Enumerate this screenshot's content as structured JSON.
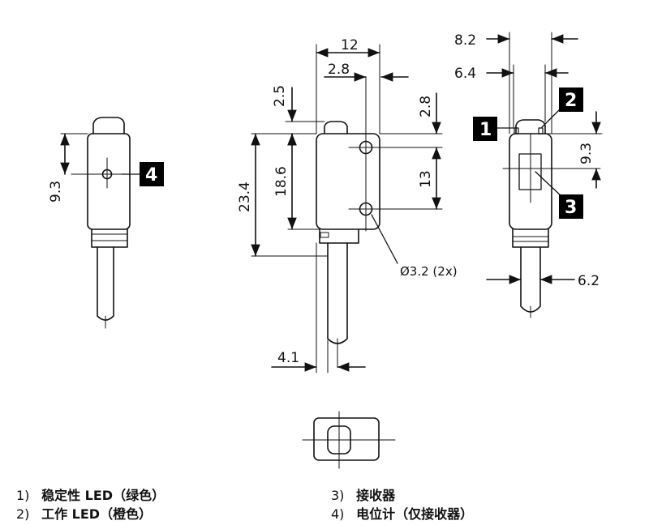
{
  "dimensions": {
    "width_top": "12",
    "offset_top": "2.8",
    "top_step": "2.5",
    "height_total": "23.4",
    "height_body": "18.6",
    "hole_top_offset": "2.8",
    "hole_spacing": "13",
    "hole_diameter": "Ø3.2 (2x)",
    "cable_offset": "4.1",
    "side_led_height": "9.3",
    "right_width_outer": "8.2",
    "right_width_inner": "6.4",
    "right_height": "9.3",
    "right_cable_width": "6.2"
  },
  "callouts": {
    "c1": "1",
    "c2": "2",
    "c3": "3",
    "c4": "4"
  },
  "legend": [
    {
      "num": "1)",
      "text": "稳定性 LED（绿色）"
    },
    {
      "num": "2)",
      "text": "工作 LED（橙色）"
    },
    {
      "num": "3)",
      "text": "接收器"
    },
    {
      "num": "4)",
      "text": "电位计（仅接收器）"
    }
  ]
}
